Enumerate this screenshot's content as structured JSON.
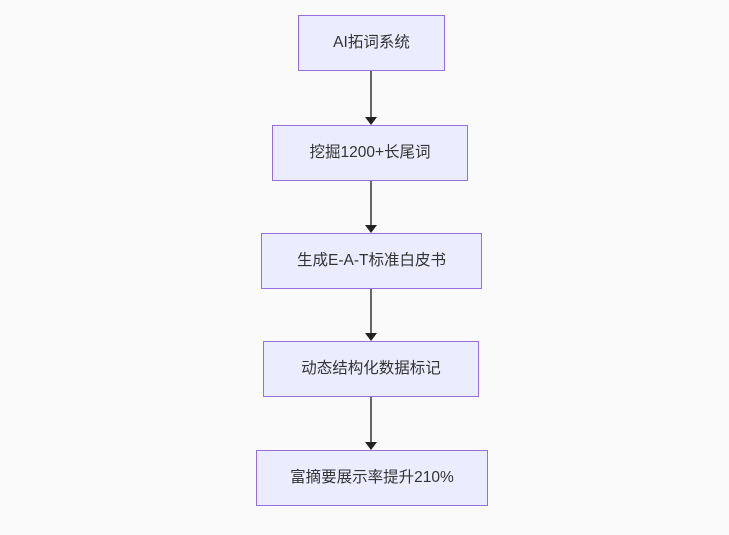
{
  "diagram": {
    "type": "flowchart-top-down",
    "nodes": [
      {
        "id": "A",
        "label": "AI拓词系统"
      },
      {
        "id": "B",
        "label": "挖掘1200+长尾词"
      },
      {
        "id": "C",
        "label": "生成E-A-T标准白皮书"
      },
      {
        "id": "D",
        "label": "动态结构化数据标记"
      },
      {
        "id": "E",
        "label": "富摘要展示率提升210%"
      }
    ],
    "edges": [
      {
        "from": "A",
        "to": "B"
      },
      {
        "from": "B",
        "to": "C"
      },
      {
        "from": "C",
        "to": "D"
      },
      {
        "from": "D",
        "to": "E"
      }
    ],
    "colors": {
      "node_fill": "#ECECFF",
      "node_border": "#9370DB",
      "node_text": "#333333",
      "edge_line": "#666666",
      "arrowhead": "#222222",
      "background": "#FAFAFA"
    }
  }
}
